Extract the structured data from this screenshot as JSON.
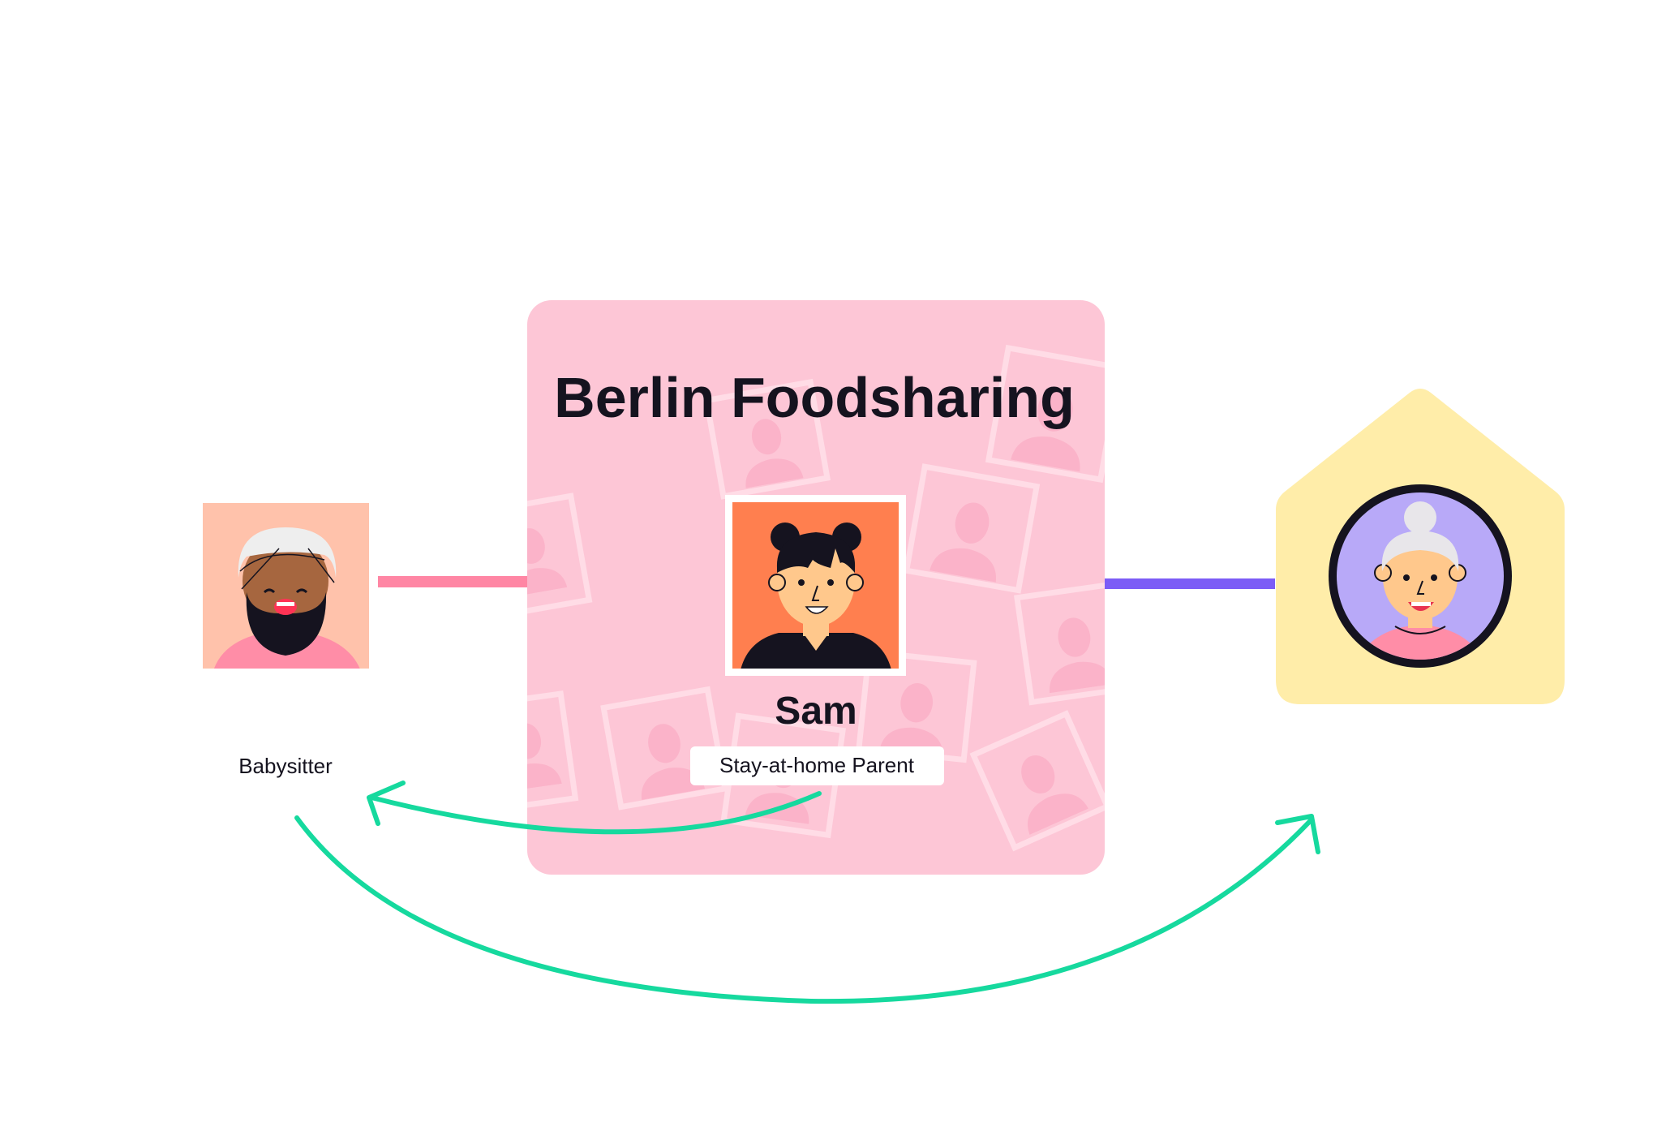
{
  "group": {
    "title": "Berlin Foodsharing",
    "background_color": "#FDC6D6"
  },
  "people": {
    "center": {
      "name": "Sam",
      "role": "Stay-at-home Parent",
      "avatar_bg": "#FF7F4F"
    },
    "left": {
      "role": "Babysitter",
      "avatar_bg": "#FFC2AB"
    },
    "right": {
      "house_color": "#FFEDA9",
      "avatar_bg": "#B8A9F8"
    }
  },
  "connectors": {
    "left_color": "#FF86A4",
    "right_color": "#7C5CF6",
    "arrow_color": "#16D99E"
  }
}
